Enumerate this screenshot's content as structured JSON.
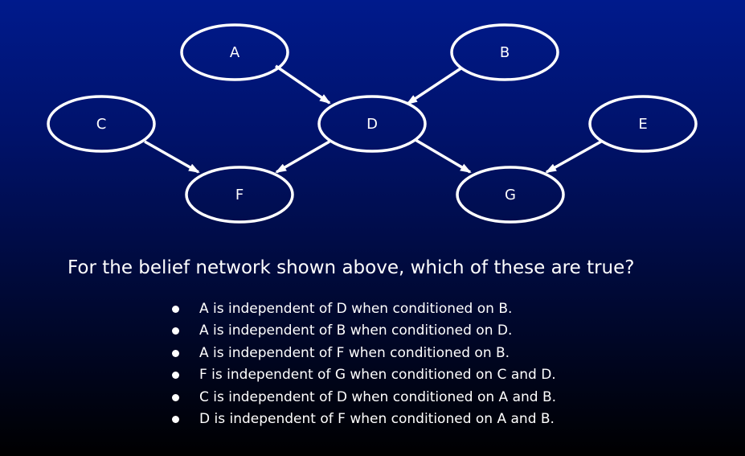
{
  "diagram": {
    "nodes": [
      {
        "id": "A",
        "label": "A"
      },
      {
        "id": "B",
        "label": "B"
      },
      {
        "id": "C",
        "label": "C"
      },
      {
        "id": "D",
        "label": "D"
      },
      {
        "id": "E",
        "label": "E"
      },
      {
        "id": "F",
        "label": "F"
      },
      {
        "id": "G",
        "label": "G"
      }
    ],
    "edges": [
      {
        "from": "A",
        "to": "D"
      },
      {
        "from": "B",
        "to": "D"
      },
      {
        "from": "C",
        "to": "F"
      },
      {
        "from": "D",
        "to": "F"
      },
      {
        "from": "D",
        "to": "G"
      },
      {
        "from": "E",
        "to": "G"
      }
    ]
  },
  "question": "For the belief network shown above, which of these are true?",
  "statements": [
    "A is independent of D when conditioned on B.",
    "A is independent of B when conditioned on D.",
    "A is independent of F when conditioned on B.",
    "F is independent of G when conditioned on C and D.",
    "C is independent of D when conditioned on A and B.",
    "D is independent of F when conditioned on A and B."
  ],
  "colors": {
    "background_top": "#001a8c",
    "background_bottom": "#000000",
    "foreground": "#ffffff"
  }
}
